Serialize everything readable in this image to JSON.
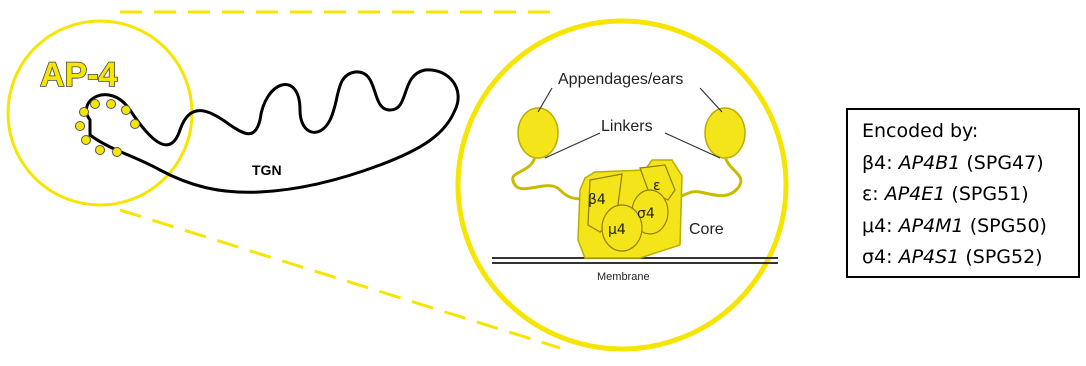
{
  "title": "AP-4",
  "labels": {
    "tgn": "TGN",
    "appendages": "Appendages/ears",
    "linkers": "Linkers",
    "beta4": "β4",
    "epsilon": "ε",
    "sigma4": "σ4",
    "mu4": "μ4",
    "core": "Core",
    "membrane": "Membrane"
  },
  "legend": {
    "heading": "Encoded by:",
    "rows": [
      {
        "subunit": "β4:",
        "gene": "AP4B1",
        "spg": "(SPG47)"
      },
      {
        "subunit": "ε:",
        "gene": "AP4E1",
        "spg": "(SPG51)"
      },
      {
        "subunit": "μ4:",
        "gene": "AP4M1",
        "spg": "(SPG50)"
      },
      {
        "subunit": "σ4:",
        "gene": "AP4S1",
        "spg": "(SPG52)"
      }
    ]
  },
  "colors": {
    "yellow": "#f6e500",
    "yellow_fill": "#f4e41a",
    "outline": "#000000",
    "circle_fill": "#ffffff"
  }
}
